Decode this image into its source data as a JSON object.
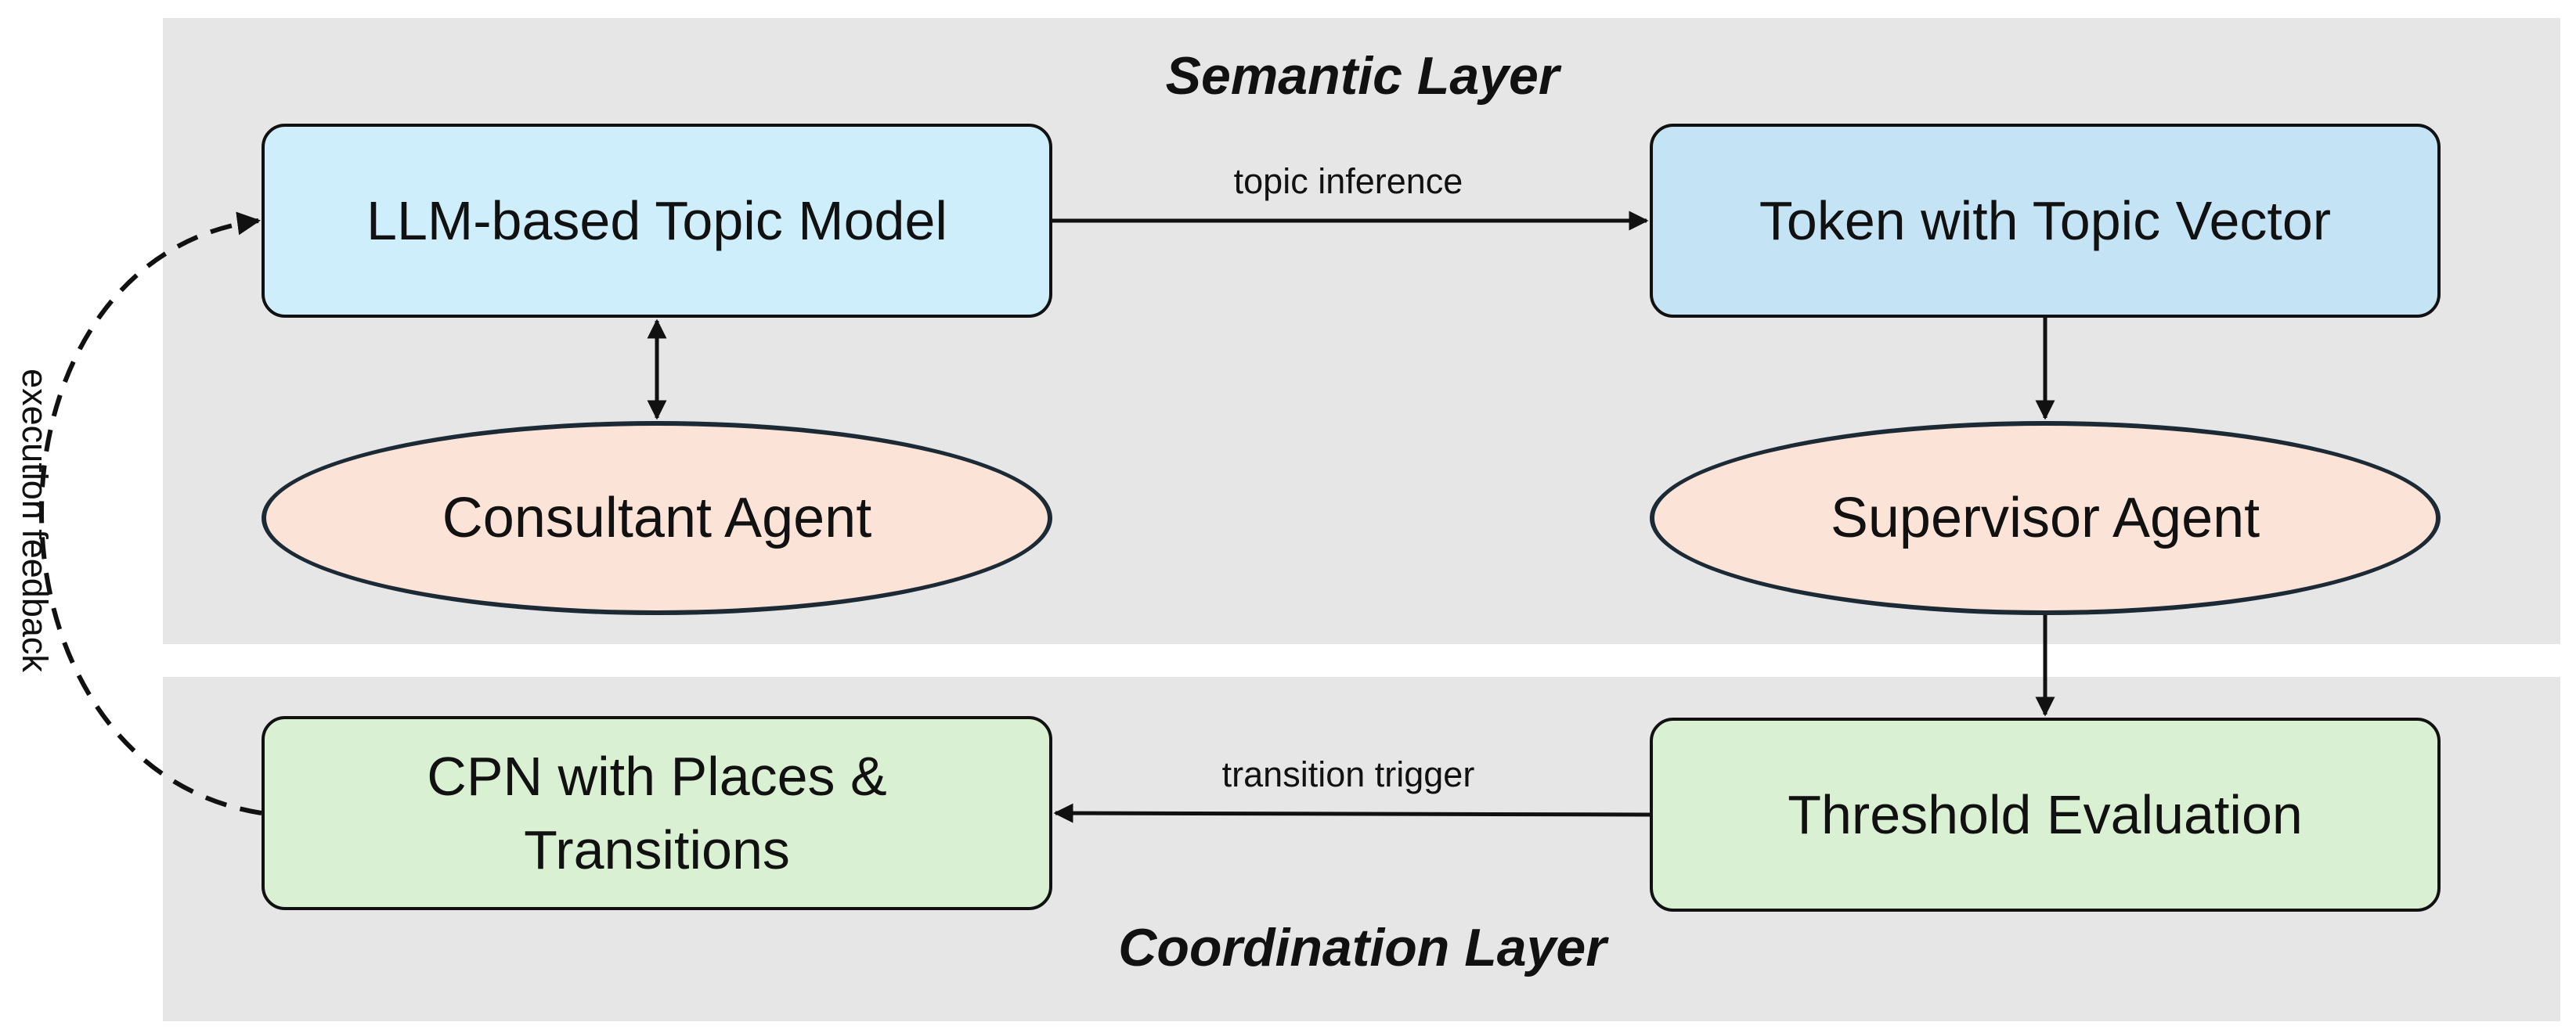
{
  "layers": {
    "semantic": {
      "title": "Semantic Layer"
    },
    "coordination": {
      "title": "Coordination Layer"
    }
  },
  "nodes": {
    "topic_model": "LLM-based Topic Model",
    "token_topic_vector": "Token with Topic Vector",
    "consultant_agent": "Consultant Agent",
    "supervisor_agent": "Supervisor Agent",
    "cpn_places_transitions": "CPN with Places & Transitions",
    "threshold_evaluation": "Threshold Evaluation"
  },
  "edges": {
    "topic_inference": "topic inference",
    "transition_trigger": "transition trigger",
    "execution_feedback": "execution feedback"
  },
  "colors": {
    "layer_bg": "#e6e6e6",
    "semantic_box_1": "#cdeefa",
    "semantic_box_2": "#c4e3f5",
    "agent_fill": "#fbe3d7",
    "coordination_box": "#d9f0d2",
    "stroke": "#111111"
  }
}
